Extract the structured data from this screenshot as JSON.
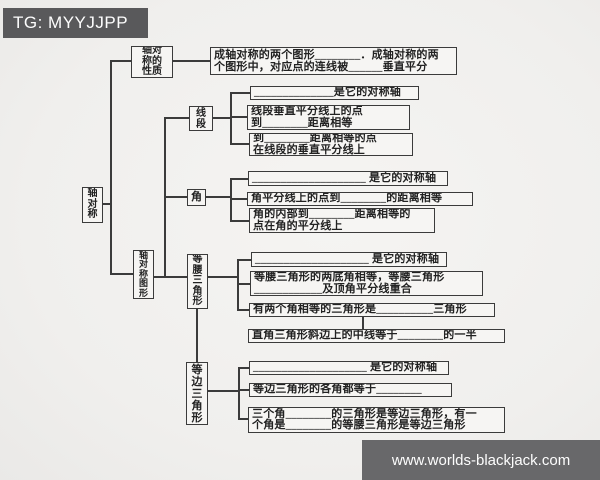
{
  "overlays": {
    "tg_tag": "TG: MYYJJPP",
    "site_watermark": "www.worlds-blackjack.com"
  },
  "colors": {
    "paper": "#f0efed",
    "ink": "#3b3b3b",
    "overlay_gray": "#59595b",
    "watermark_gray": "#68686a"
  },
  "tree": {
    "root": {
      "label": "轴\n对\n称"
    },
    "properties": {
      "node": "轴对\n称的\n性质",
      "item": "成轴对称的两个图形________．成轴对称的两\n个图形中，对应点的连线被______垂直平分"
    },
    "figures": {
      "node": "轴\n对\n称\n图\n形",
      "categories": [
        {
          "label": "线\n段",
          "items": [
            "______________是它的对称轴",
            "线段垂直平分线上的点\n到________距离相等",
            "到________距离相等的点\n在线段的垂直平分线上"
          ]
        },
        {
          "label": "角",
          "items": [
            "____________________ 是它的对称轴",
            "角平分线上的点到________的距离相等",
            "角的内部到________距离相等的\n点在角的平分线上"
          ]
        },
        {
          "label": "等\n腰\n三\n角\n形",
          "items": [
            "____________________ 是它的对称轴",
            "等腰三角形的两底角相等，等腰三角形\n____________及顶角平分线重合",
            "有两个角相等的三角形是__________三角形",
            "直角三角形斜边上的中线等于________的一半"
          ]
        },
        {
          "label": "等\n边\n三\n角\n形",
          "items": [
            "____________________ 是它的对称轴",
            "等边三角形的各角都等于________",
            "三个角________的三角形是等边三角形，有一\n个角是________的等腰三角形是等边三角形"
          ]
        }
      ]
    }
  }
}
